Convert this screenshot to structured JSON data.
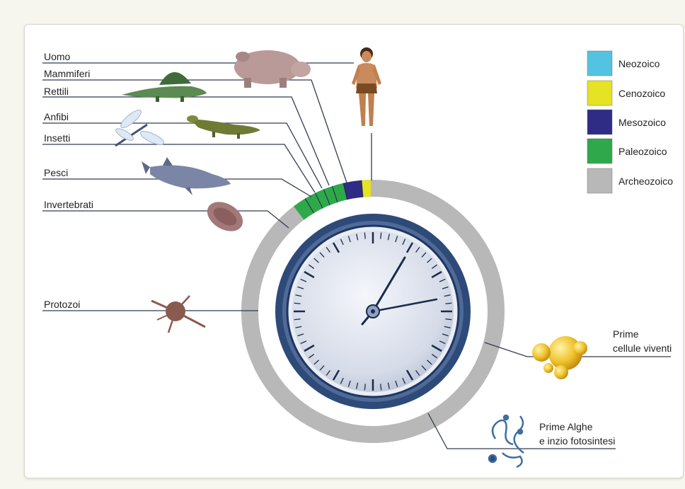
{
  "labels": {
    "uomo": "Uomo",
    "mammiferi": "Mammiferi",
    "rettili": "Rettili",
    "anfibi": "Anfibi",
    "insetti": "Insetti",
    "pesci": "Pesci",
    "invertebrati": "Invertebrati",
    "protozoi": "Protozoi",
    "prime_cellule": [
      "Prime",
      "cellule viventi"
    ],
    "prime_alghe": [
      "Prime Alghe",
      "e inzio fotosintesi"
    ]
  },
  "legend": [
    {
      "label": "Neozoico",
      "color": "#52c3e0"
    },
    {
      "label": "Cenozoico",
      "color": "#e6e224"
    },
    {
      "label": "Mesozoico",
      "color": "#2f2c86"
    },
    {
      "label": "Paleozoico",
      "color": "#2ea84a"
    },
    {
      "label": "Archeozoico",
      "color": "#b8b8b8"
    }
  ],
  "colors": {
    "ring_archeozoico": "#b8b8b8",
    "ring_paleozoico": "#2ea84a",
    "ring_mesozoico": "#2f2c86",
    "ring_cenozoico": "#e6e224",
    "clock_bezel": "#2e4a78",
    "clock_face": "#dde3ee",
    "leader_line": "#333a55"
  },
  "icons": [
    "human-figure-icon",
    "hippo-like-mammal-icon",
    "dimetrodon-reptile-icon",
    "dragonfly-insect-icon",
    "amphibian-lizard-icon",
    "fish-icon",
    "trilobite-icon",
    "protozoan-icon",
    "cell-cluster-icon",
    "algae-icon"
  ]
}
